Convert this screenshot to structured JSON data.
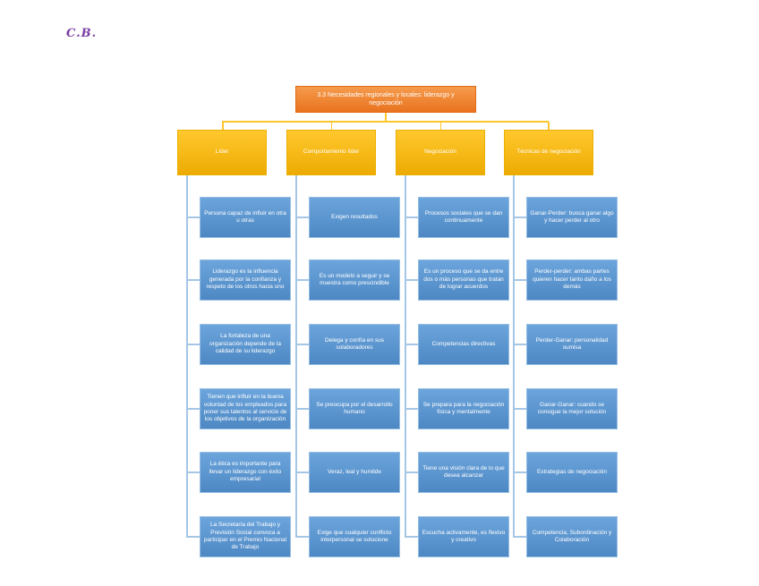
{
  "signature": "C.B.",
  "title": "3.3 Necesidades regionales y locales: liderazgo y negociación",
  "colors": {
    "title_fill_top": "#F59B4C",
    "title_fill_bottom": "#E9731F",
    "header_fill_top": "#FFC82E",
    "header_fill_bottom": "#EDAB02",
    "node_fill_top": "#6CA5DC",
    "node_fill_bottom": "#4E88C4",
    "connector_yellow": "#FFC52B",
    "connector_blue": "#A5C6E5",
    "signature_purple": "#7A3FA3",
    "text": "#FFFFFF"
  },
  "columns": [
    {
      "header": "Líder",
      "items": [
        "Persona capaz de influir en otra u otras",
        "Liderazgo es la influencia generada por la confianza y respeto de los otros hacia uno",
        "La fortaleza de una organización depende de la calidad de su liderazgo",
        "Tienen que influir en la buena voluntad de los empleados para poner sus talentos al servicio de los objetivos de la organización",
        "La ética es importante para llevar un liderazgo con éxito empresarial",
        "La Secretaría del Trabajo y Previsión Social convoca a participar en el Premio Nacional de Trabajo"
      ]
    },
    {
      "header": "Comportamiento líder",
      "items": [
        "Exigen resultados",
        "Es un modelo a seguir y se muestra como prescindible",
        "Delega y confía en sus solaboradores",
        "Se preocupa por el desarrollo humano",
        "Veraz, leal y humilde",
        "Exige que cualquier conflicto interpersonal se solucione"
      ]
    },
    {
      "header": "Negociación",
      "items": [
        "Procesos sociales que se dan continuamente",
        "Es un proceso que se da entre dos o más personas que tratan de lograr acuerdos",
        "Competencias directivas",
        "Se prepara para la negociación física y mentalmente",
        "Tiene una visión clara de lo que desea alcanzar",
        "Escucha activamente, es flexivo y creativo"
      ]
    },
    {
      "header": "Técnicas de negociación",
      "items": [
        "Ganar-Perder: busca ganar algo y hacer perder al otro",
        "Perder-perder: ambas partes quieren hacer tanto daño a los demás",
        "Perder-Ganar: personalidad sumisa",
        "Ganar-Ganar: cuando se consigue la mejor solución",
        "Estrategias de negociación",
        "Competencia, Subordinación y Colaboración"
      ]
    }
  ]
}
